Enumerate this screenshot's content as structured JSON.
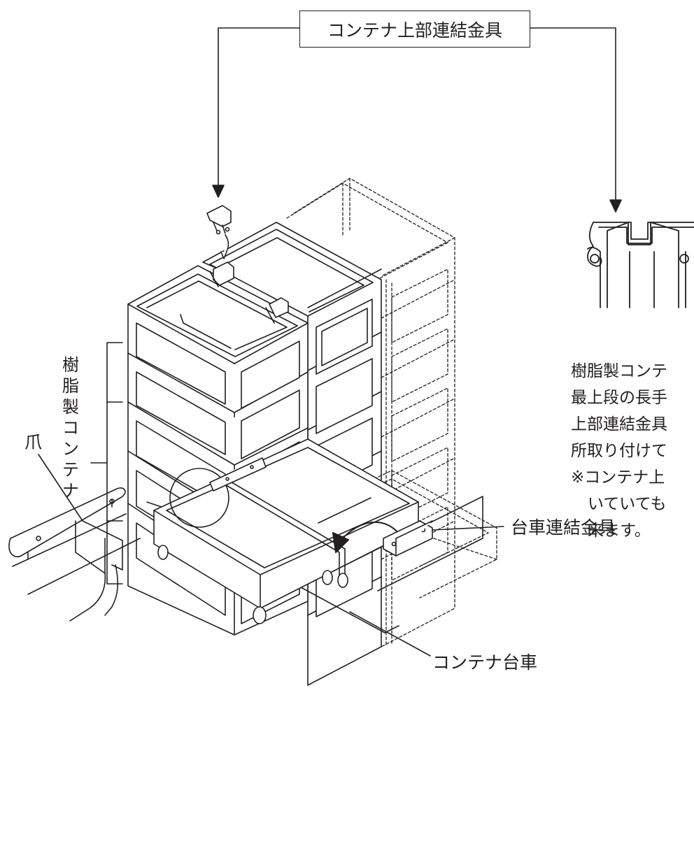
{
  "labels": {
    "top_clamp": "コンテナ上部連結金具",
    "containers": "樹脂製コンテナ",
    "claw": "爪",
    "dolly_clamp": "台車連結金具",
    "dolly": "コンテナ台車"
  },
  "description": [
    "樹脂製コンテ",
    "最上段の長手",
    "上部連結金具",
    "所取り付けて",
    "※コンテナ上",
    "いていても",
    "来ます。"
  ],
  "colors": {
    "line": "#231f20",
    "background": "#ffffff"
  }
}
